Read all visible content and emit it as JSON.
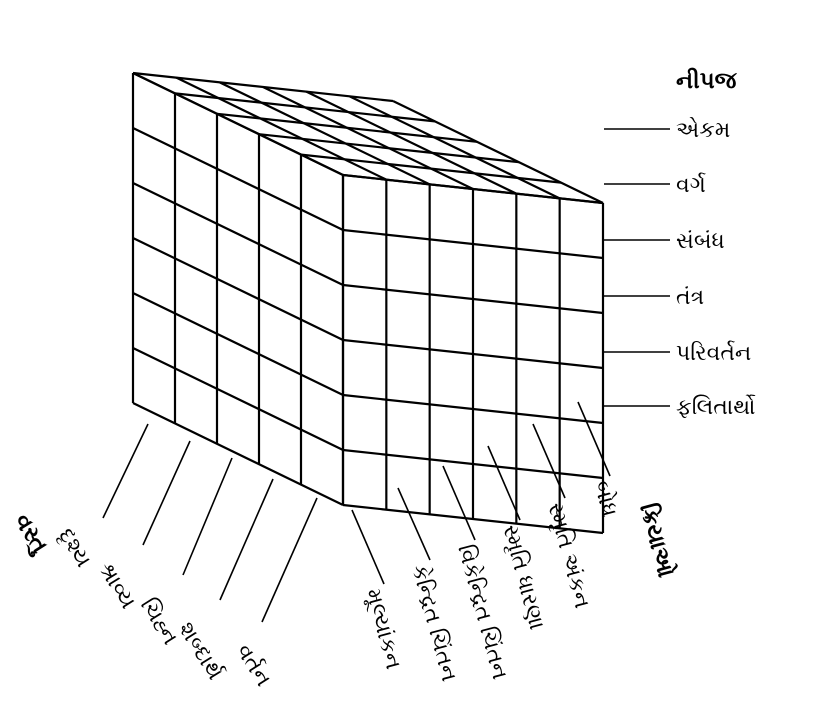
{
  "products": {
    "header": "નીપજ",
    "items": [
      "એકમ",
      "વર્ગ",
      "સંબંધ",
      "તંત્ર",
      "પરિવર્તન",
      "ફલિતાર્થો"
    ]
  },
  "contents": {
    "header": "વસ્તુ",
    "items": [
      "દૃશ્ય",
      "શ્રાવ્ય",
      "ચિહ્ન",
      "શબ્દાર્થ",
      "વર્તન"
    ]
  },
  "operations": {
    "header": "ક્રિયાઓ",
    "items": [
      "મૂલ્યાંકન",
      "કેન્દ્રિત ચિંતન",
      "વિકેન્દ્રિત ચિંતન",
      "સ્મૃતિ ધારણા",
      "સ્મૃતિ અંકન",
      "બોધ"
    ]
  }
}
